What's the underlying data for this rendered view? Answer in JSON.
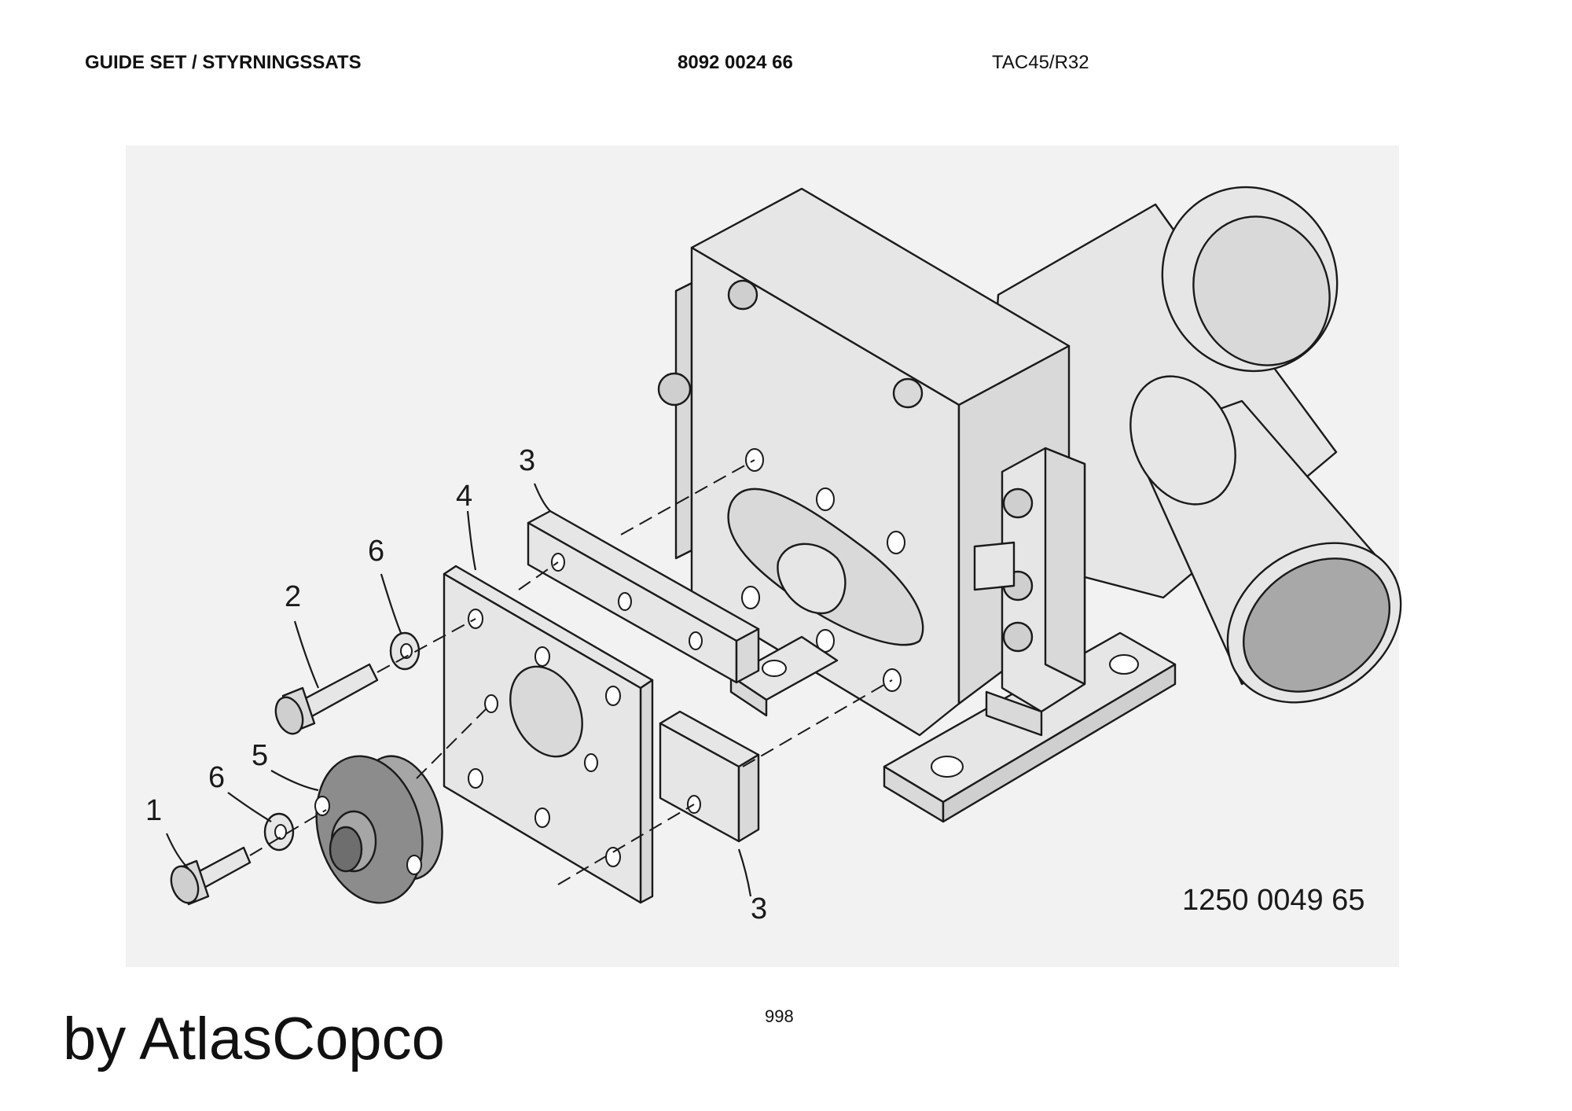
{
  "header": {
    "title": "GUIDE SET / STYRNINGSSATS",
    "part_number": "8092 0024 66",
    "model": "TAC45/R32"
  },
  "callouts": {
    "c1": "1",
    "c2": "2",
    "c3_top": "3",
    "c3_bottom": "3",
    "c4": "4",
    "c5": "5",
    "c6_top": "6",
    "c6_bottom": "6"
  },
  "drawing_number": "1250 0049 65",
  "page_number": "998",
  "brand_text": "by AtlasCopco",
  "colors": {
    "drawing_background": "#f2f2f2",
    "part_fill": "#e8e8e8",
    "hub_fill": "#8c8c8c",
    "outline": "#1a1a1a"
  }
}
